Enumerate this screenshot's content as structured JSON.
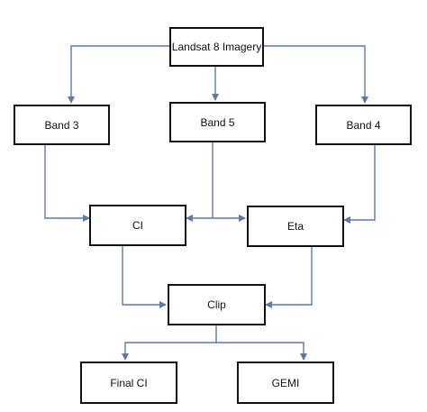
{
  "nodes": {
    "landsat": "Landsat 8 Imagery",
    "band3": "Band 3",
    "band5": "Band 5",
    "band4": "Band 4",
    "ci": "CI",
    "eta": "Eta",
    "clip": "Clip",
    "final_ci": "Final CI",
    "gemi": "GEMI"
  },
  "colors": {
    "connector": "#5b7aa6",
    "box_border": "#111111"
  }
}
